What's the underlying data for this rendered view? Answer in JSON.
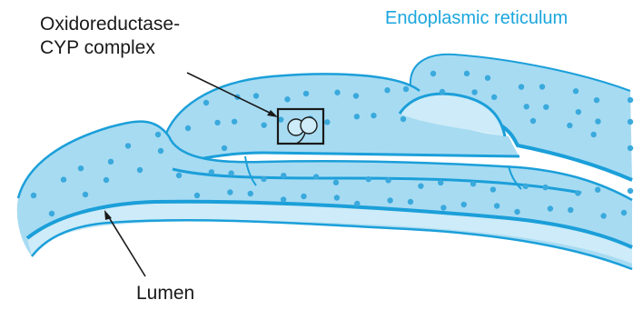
{
  "labels": {
    "complex_line1": "Oxidoreductase-",
    "complex_line2": "CYP complex",
    "er": "Endoplasmic reticulum",
    "lumen": "Lumen"
  },
  "colors": {
    "membrane_fill": "#a7dbf2",
    "membrane_light": "#cdebf8",
    "membrane_edge": "#1b9fd9",
    "ribosome": "#3aa9dc",
    "er_label": "#1ba6dd",
    "text": "#1a1a1a"
  }
}
